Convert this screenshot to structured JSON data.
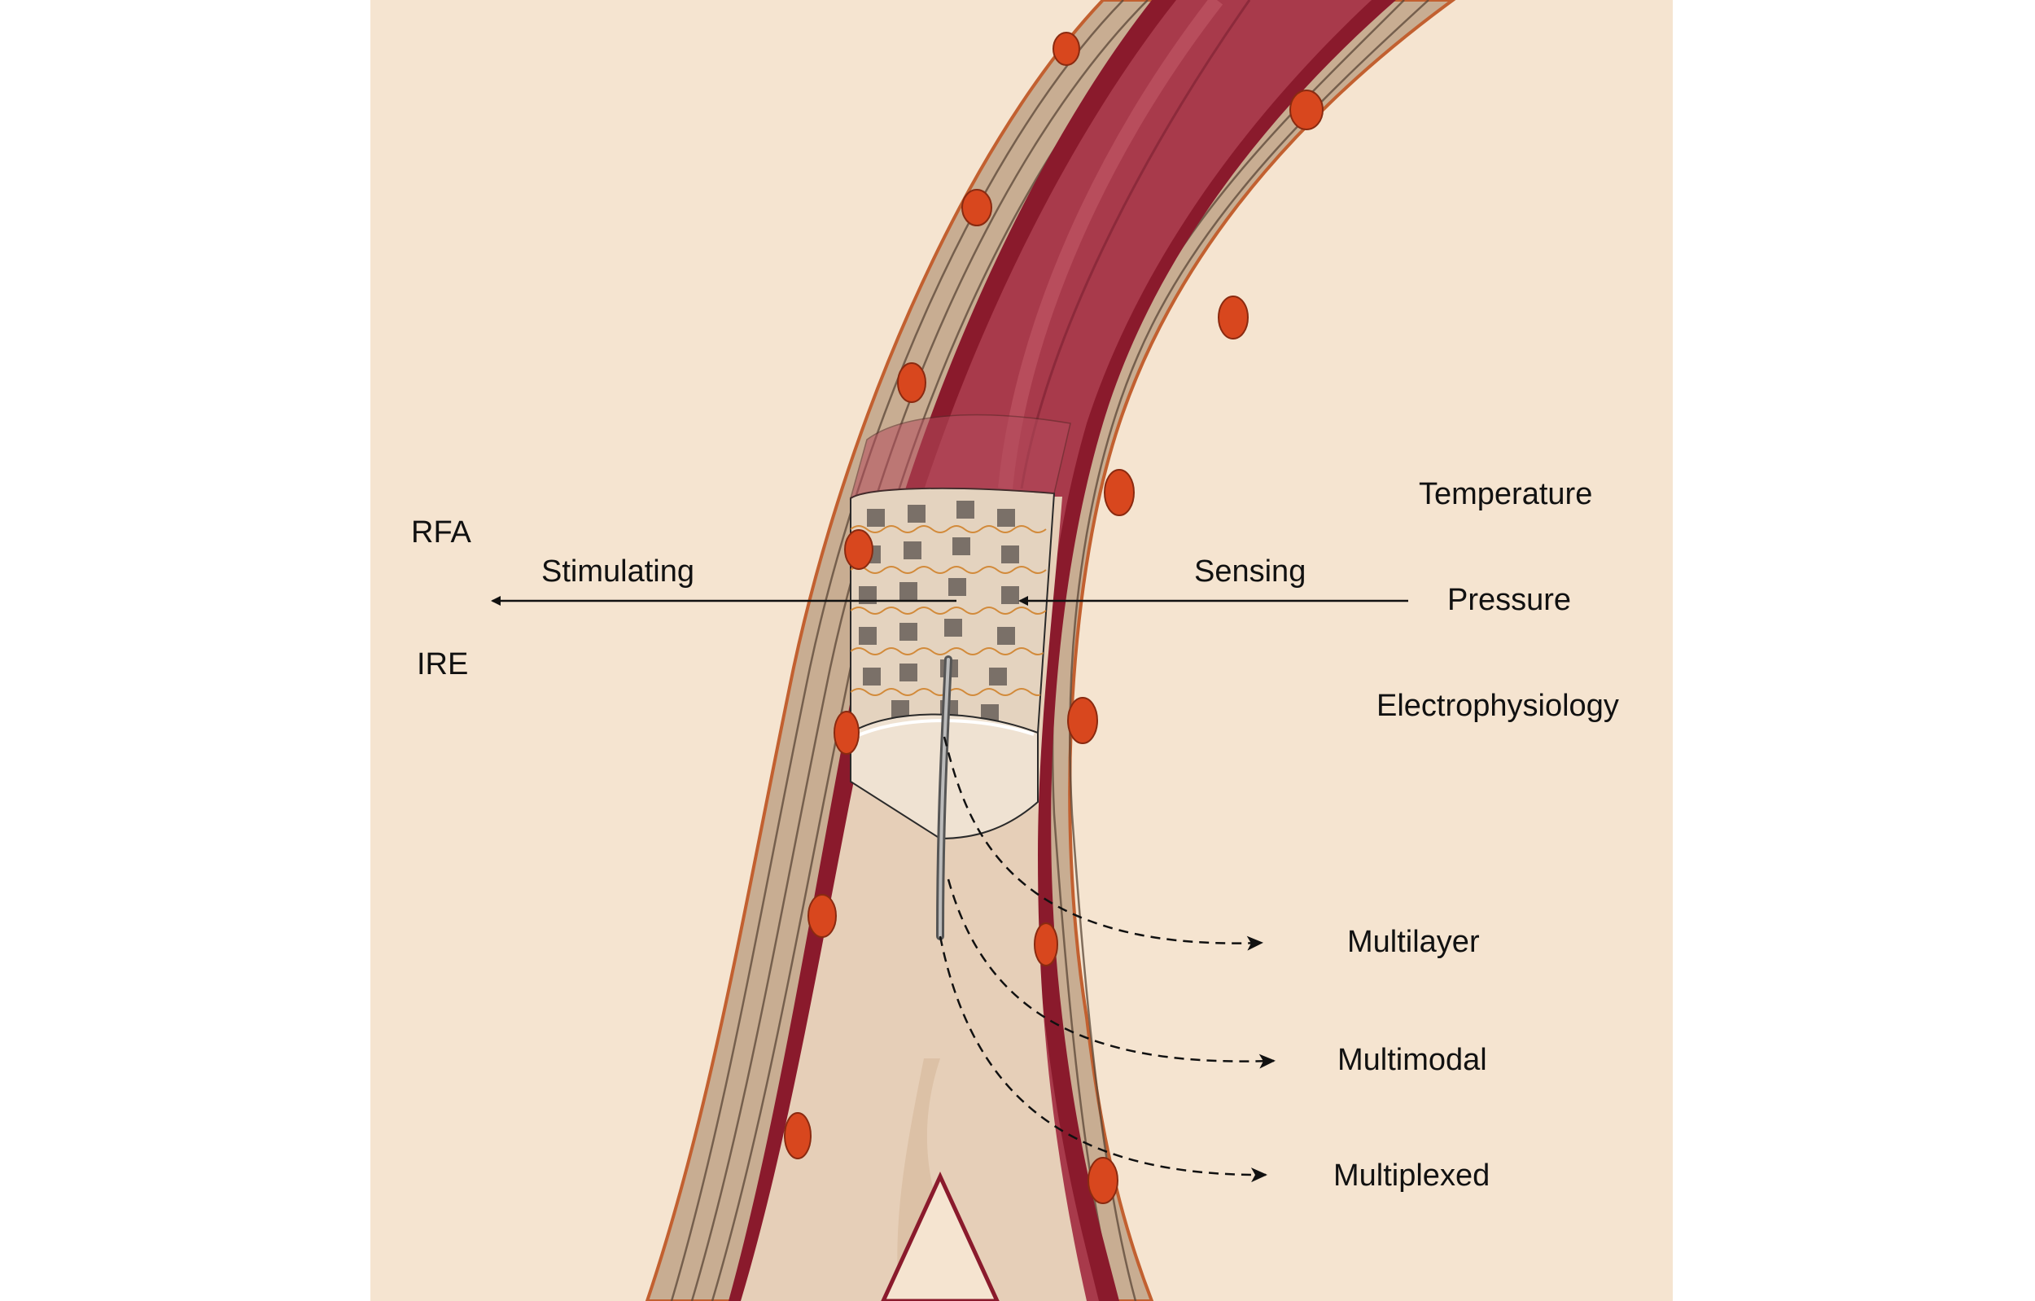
{
  "stimulating": {
    "label": "Stimulating",
    "outputs": [
      "RFA",
      "IRE"
    ]
  },
  "sensing": {
    "label": "Sensing",
    "inputs": [
      "Temperature",
      "Pressure",
      "Electrophysiology"
    ]
  },
  "properties": [
    "Multilayer",
    "Multimodal",
    "Multiplexed"
  ],
  "colors": {
    "background": "#f5e4d0",
    "vessel_lumen": "#a83a4b",
    "vessel_wall": "#8a1a2c",
    "tissue": "#c8ad92",
    "nuclei": "#d8471e",
    "catheter": "#e6cfb8",
    "electrodes": "#7a7068",
    "traces": "#d28a3a"
  }
}
